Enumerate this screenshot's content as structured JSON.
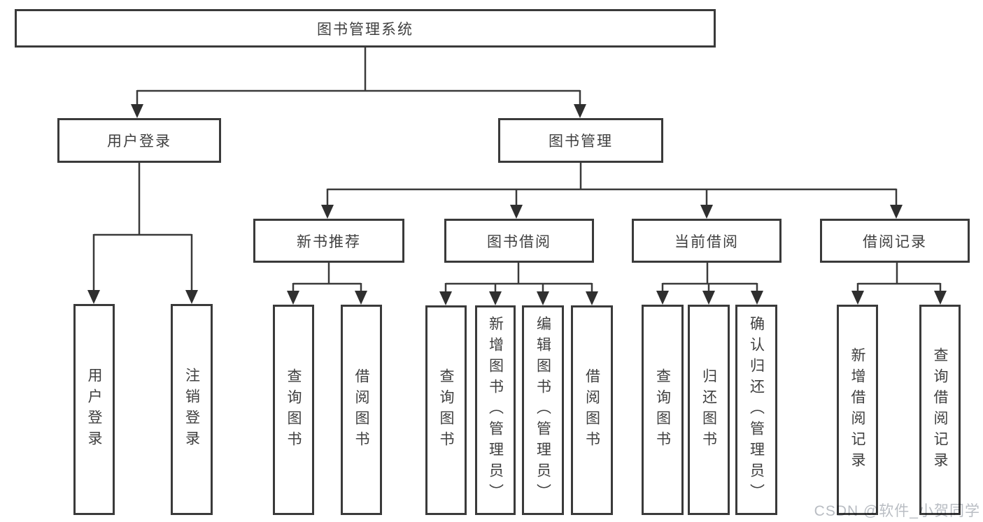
{
  "diagram": {
    "root": {
      "label": "图书管理系统"
    },
    "level2": {
      "user_login": {
        "label": "用户登录"
      },
      "book_management": {
        "label": "图书管理"
      }
    },
    "level3": {
      "new_book_recommend": {
        "label": "新书推荐"
      },
      "book_borrow": {
        "label": "图书借阅"
      },
      "current_borrow": {
        "label": "当前借阅"
      },
      "borrow_records": {
        "label": "借阅记录"
      }
    },
    "leaves": {
      "login": [
        {
          "label": "用户登录"
        },
        {
          "label": "注销登录"
        }
      ],
      "recommend": [
        {
          "label": "查询图书"
        },
        {
          "label": "借阅图书"
        }
      ],
      "borrow": [
        {
          "label": "查询图书"
        },
        {
          "label": "新增图书（管理员）"
        },
        {
          "label": "编辑图书（管理员）"
        },
        {
          "label": "借阅图书"
        }
      ],
      "current": [
        {
          "label": "查询图书"
        },
        {
          "label": "归还图书"
        },
        {
          "label": "确认归还（管理员）"
        }
      ],
      "records": [
        {
          "label": "新增借阅记录"
        },
        {
          "label": "查询借阅记录"
        }
      ]
    }
  },
  "watermark": "CSDN @软件_小贺同学",
  "colors": {
    "line": "#3a3a3a",
    "border": "#3a3a3a",
    "text": "#3f3f3f",
    "arrow": "#2f2f2f",
    "watermark": "#b9bdc3",
    "background": "#ffffff"
  }
}
